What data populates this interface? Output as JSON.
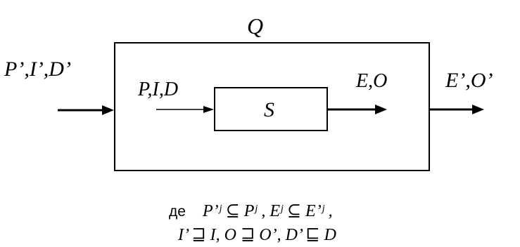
{
  "diagram": {
    "outer_label": "Q",
    "inner_label": "S",
    "outer_input_label": "P’,I’,D’",
    "inner_input_label": "P,I,D",
    "inner_output_label": "E,O",
    "outer_output_label": "E’,O’"
  },
  "caption": {
    "prefix": "де",
    "line1": "P’ʲ ⊆ Pʲ , Eʲ ⊆ E’ʲ ,",
    "line2": "I’ ⊒ I, O ⊒ O’, D’ ⊑ D"
  },
  "colors": {
    "stroke": "#000000",
    "background": "#ffffff"
  }
}
